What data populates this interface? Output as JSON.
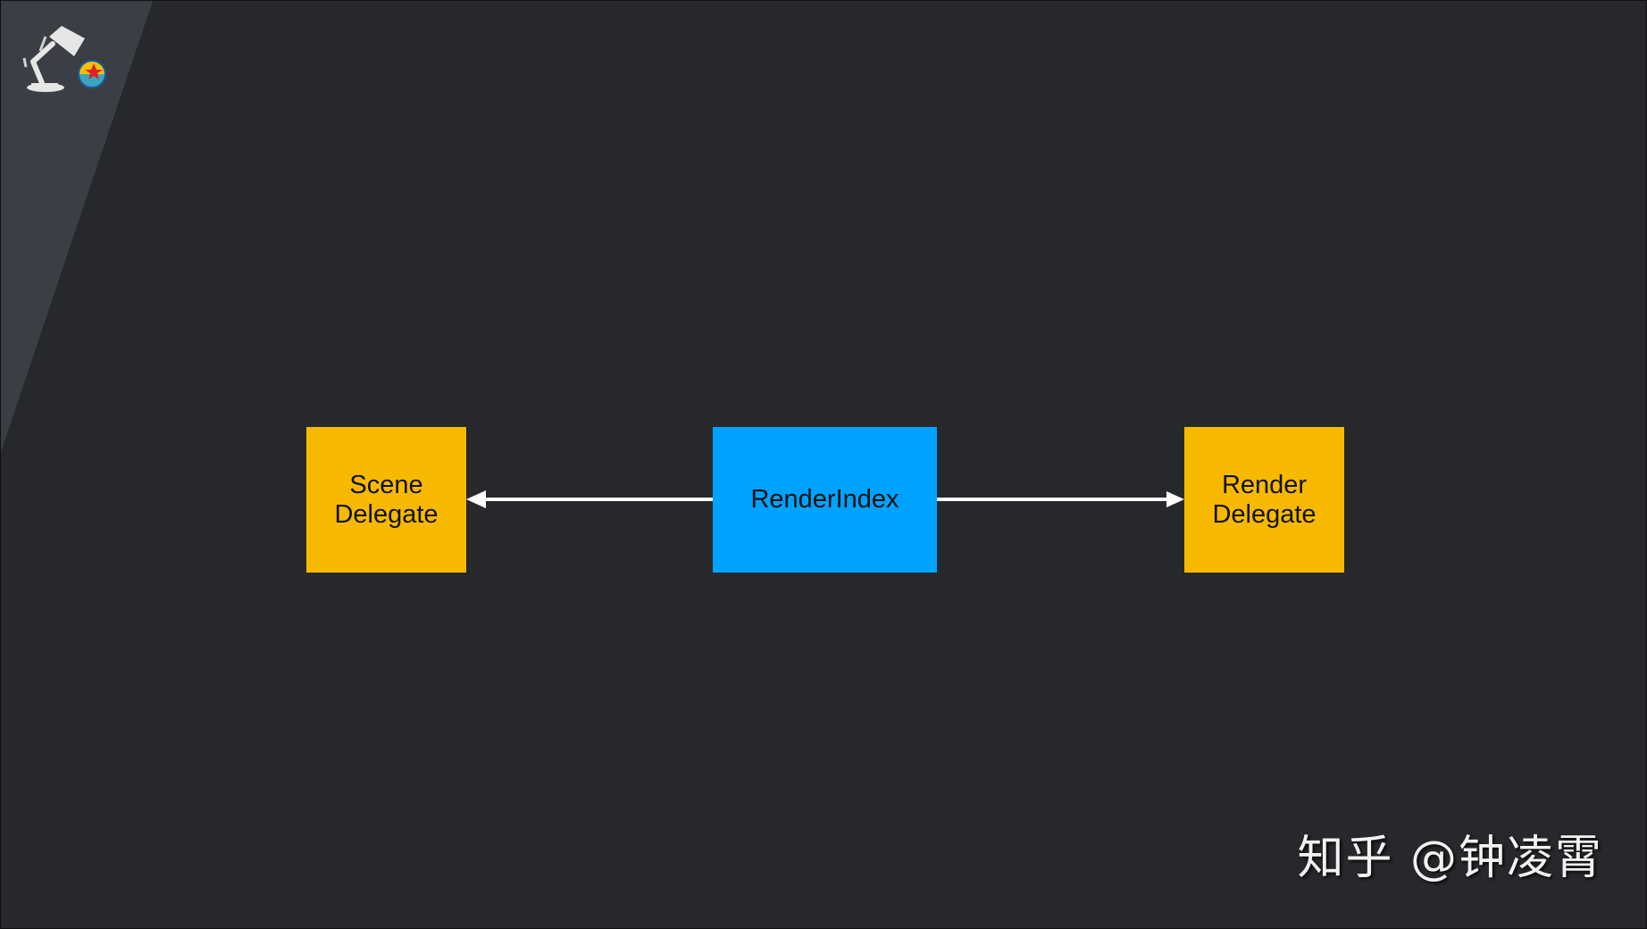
{
  "slide": {
    "background": "#26282b",
    "stripe_color": "#3b3f45"
  },
  "logo": {
    "icon": "pixar-lamp-icon",
    "ball_icon": "luxo-ball-icon"
  },
  "nodes": {
    "scene_delegate": {
      "label": "Scene\nDelegate",
      "color": "#f7b900"
    },
    "render_index": {
      "label": "RenderIndex",
      "color": "#00a2ff"
    },
    "render_delegate": {
      "label": "Render\nDelegate",
      "color": "#f7b900"
    }
  },
  "edges": [
    {
      "from": "render_index",
      "to": "scene_delegate"
    },
    {
      "from": "render_index",
      "to": "render_delegate"
    }
  ],
  "watermark": {
    "text": "知乎 @钟凌霄"
  }
}
